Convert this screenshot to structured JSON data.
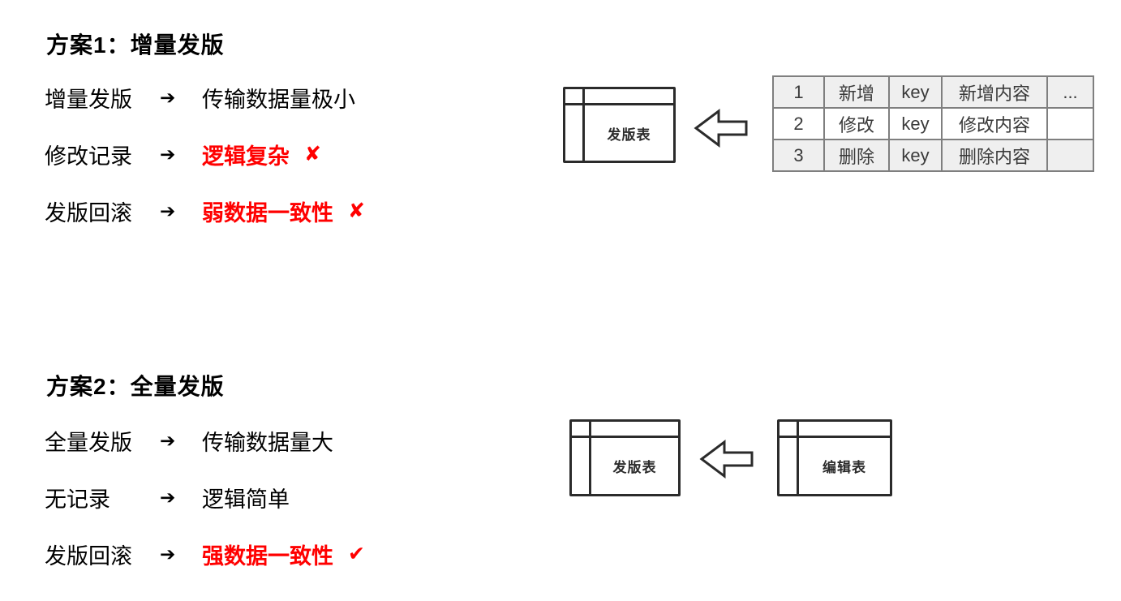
{
  "colors": {
    "accent_red": "#ff0000",
    "ink": "#000000",
    "diagram_stroke": "#2b2b2b",
    "table_border": "#7f7f7f",
    "table_stripe_fill": "#efefef"
  },
  "symbols": {
    "row_arrow": "➔",
    "cross_mark": "✘",
    "check_mark": "✔"
  },
  "section1": {
    "title": "方案1：增量发版",
    "rows": [
      {
        "label": "增量发版",
        "value": "传输数据量极小",
        "highlight": false,
        "mark": ""
      },
      {
        "label": "修改记录",
        "value": "逻辑复杂",
        "highlight": true,
        "mark": "✘"
      },
      {
        "label": "发版回滚",
        "value": "弱数据一致性",
        "highlight": true,
        "mark": "✘"
      }
    ],
    "diagram": {
      "release_box_label": "发版表",
      "change_table_rows": [
        [
          "1",
          "新增",
          "key",
          "新增内容",
          "..."
        ],
        [
          "2",
          "修改",
          "key",
          "修改内容",
          ""
        ],
        [
          "3",
          "删除",
          "key",
          "删除内容",
          ""
        ]
      ]
    }
  },
  "section2": {
    "title": "方案2：全量发版",
    "rows": [
      {
        "label": "全量发版",
        "value": "传输数据量大",
        "highlight": false,
        "mark": ""
      },
      {
        "label": "无记录",
        "value": "逻辑简单",
        "highlight": false,
        "mark": ""
      },
      {
        "label": "发版回滚",
        "value": "强数据一致性",
        "highlight": true,
        "mark": "✔"
      }
    ],
    "diagram": {
      "release_box_label": "发版表",
      "edit_box_label": "编辑表"
    }
  }
}
